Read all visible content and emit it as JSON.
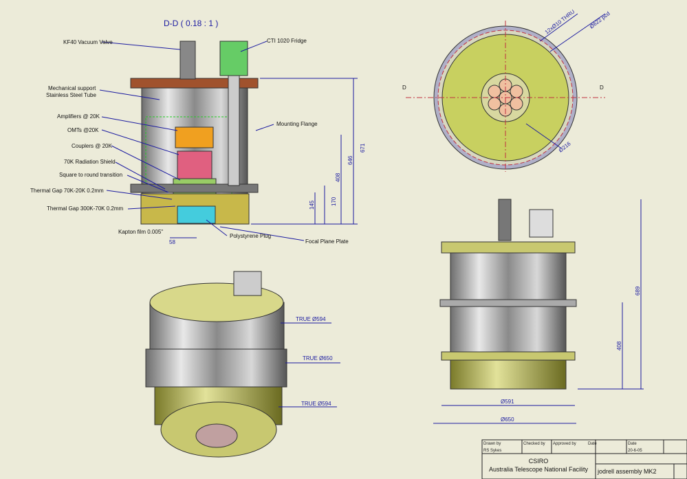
{
  "section_view": {
    "title": "D-D ( 0.18 : 1 )",
    "labels": {
      "valve": "KF40 Vacuum Valve",
      "fridge": "CTI 1020 Fridge",
      "support_1": "Mechanical support",
      "support_2": "Stainless Steel Tube",
      "amplifiers": "Amplifiers @ 20K",
      "omts": "OMTs @20K",
      "couplers": "Couplers @ 20K",
      "shield": "70K Radiation Shield",
      "transition": "Square to round transition",
      "gap_70_20": "Thermal Gap 70K-20K 0.2mm",
      "gap_300_70": "Thermal Gap 300K-70K 0.2mm",
      "kapton": "Kapton film 0.005\"",
      "plug": "Polystyrene Plug",
      "focal_plate": "Focal Plane Plate",
      "flange": "Mounting Flange"
    },
    "dims": {
      "d671": "671",
      "d646": "646",
      "d408": "408",
      "d170": "170",
      "d145": "145",
      "d58": "58"
    }
  },
  "top_view": {
    "section_mark": "D",
    "holes": "12xØ10 THRU",
    "pcd": "Ø622 pcd",
    "inner": "Ø216"
  },
  "iso_view": {
    "true1": "TRUE Ø594",
    "true2": "TRUE Ø650",
    "true3": "TRUE Ø594"
  },
  "side_view": {
    "d689": "689",
    "d408": "408",
    "d591": "Ø591",
    "d650": "Ø650"
  },
  "title_block": {
    "drawn_by_label": "Drawn by",
    "checked_by_label": "Checked by",
    "approved_by_label": "Approved by",
    "date_label": "Date",
    "date_label2": "Date",
    "drawn_by": "RS Sykes",
    "date": "20-6-05",
    "org": "CSIRO",
    "facility": "Australia Telescope National Facility",
    "title": "jodrell assembly MK2"
  },
  "colors": {
    "background": "#ecebd9",
    "dimension": "#1a1aa0",
    "flange": "#d8d88a",
    "steel": "#b8b8b8"
  }
}
